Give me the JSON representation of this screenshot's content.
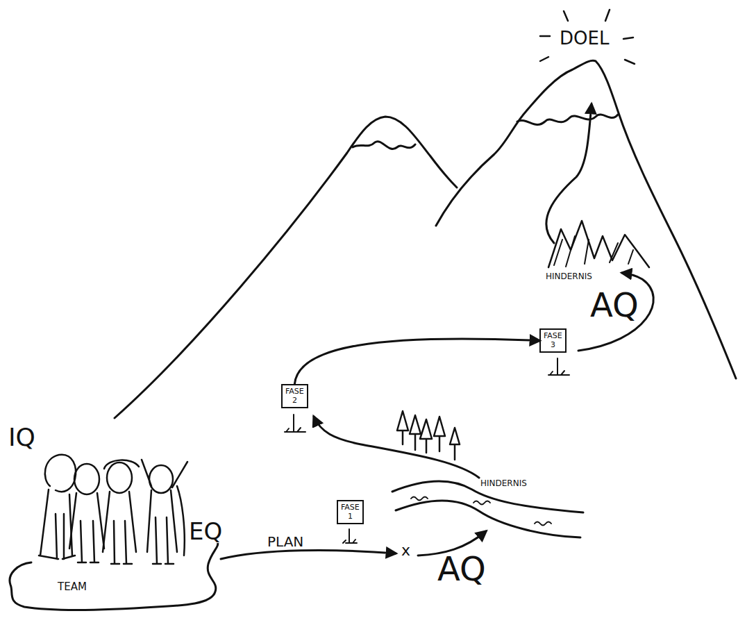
{
  "diagram": {
    "nodes": [
      {
        "text": [
          "FASE 3"
        ]
      },
      {
        "text": [
          "FASE 2"
        ]
      },
      {
        "text": [
          "FASE 1"
        ]
      },
      {
        "text": [
          "TEAM"
        ]
      }
    ],
    "edges": [
      {
        "from": 1,
        "to": 0,
        "arrow": "to"
      }
    ],
    "labels": [
      "DOEL",
      "HINDERNIS",
      "AQ",
      "IQ",
      "HINDERNIS",
      "EQ",
      "PLAN",
      "x",
      "AQ"
    ]
  }
}
